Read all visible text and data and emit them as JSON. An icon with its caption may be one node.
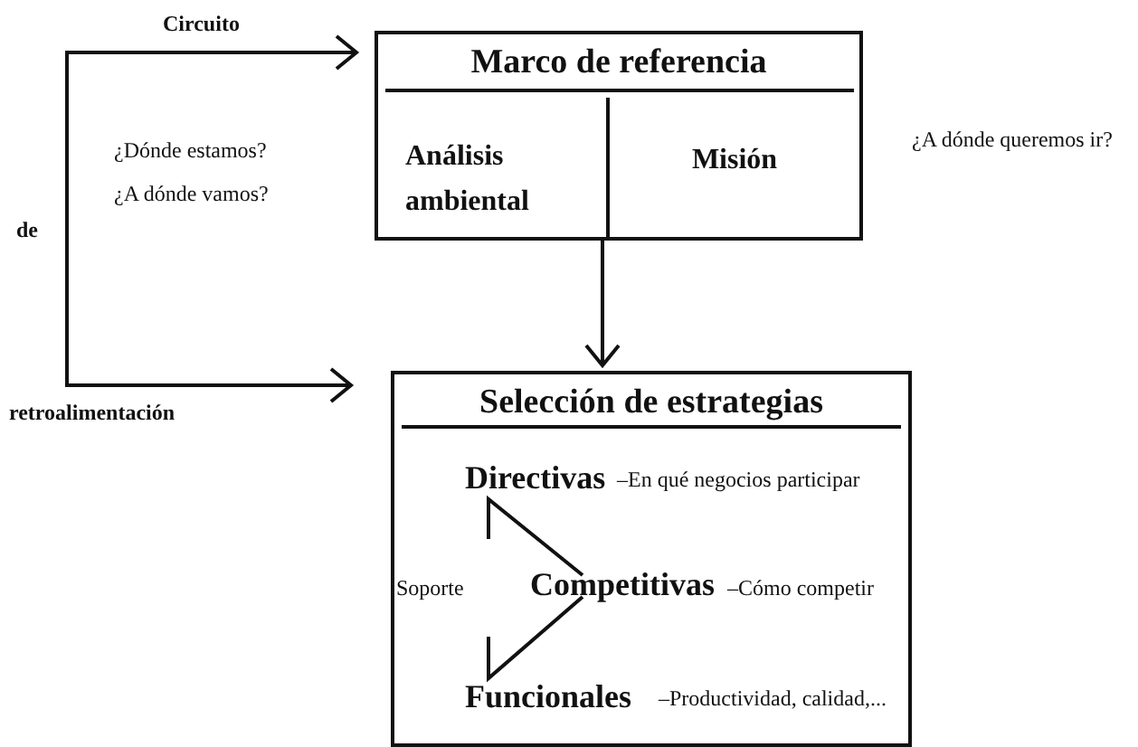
{
  "diagram": {
    "nodes": [
      {
        "text": [
          "Marco de referencia"
        ]
      },
      {
        "text": [
          "Análisis ambiental"
        ],
        "in": 0
      },
      {
        "text": [
          "Misión"
        ],
        "in": 0
      },
      {
        "text": [
          "Selección de estrategias"
        ]
      }
    ],
    "edges": [
      {
        "from": null,
        "to": 0,
        "arrow": "to"
      },
      {
        "from": null,
        "to": 3,
        "arrow": "to"
      },
      {
        "from": 0,
        "to": 3,
        "arrow": "to"
      }
    ],
    "labels": [
      "Circuito",
      "¿Dónde estamos?",
      "¿A dónde vamos?",
      "¿A dónde queremos ir?",
      "de",
      "retroalimentación",
      "Directivas",
      "–En qué negocios participar",
      "Soporte",
      "Competitivas",
      "–Cómo competir",
      "Funcionales",
      "–Productividad, calidad,..."
    ]
  }
}
